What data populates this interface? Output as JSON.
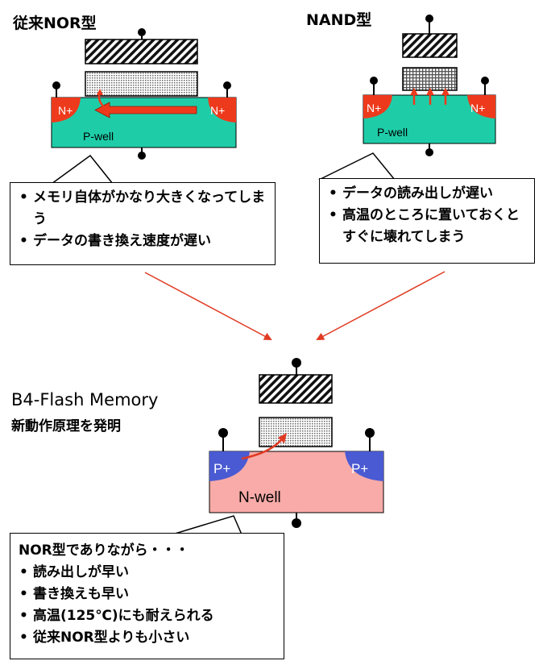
{
  "nor": {
    "title": "従来NOR型",
    "n_left": "N+",
    "n_right": "N+",
    "well": "P-well",
    "bullets": [
      "メモリ自体がかなり大きくなってしまう",
      "データの書き換え速度が遅い"
    ]
  },
  "nand": {
    "title": "NAND型",
    "n_left": "N+",
    "n_right": "N+",
    "well": "P-well",
    "bullets": [
      "データの読み出しが遅い",
      "高温のところに置いておくとすぐに壊れてしまう"
    ]
  },
  "b4": {
    "title": "B4-Flash Memory",
    "subtitle": "新動作原理を発明",
    "p_left": "P+",
    "p_right": "P+",
    "well": "N-well",
    "intro": "NOR型でありながら・・・",
    "bullets": [
      "読み出しが早い",
      "書き換えも早い",
      "高温(125℃)にも耐えられる",
      "従来NOR型よりも小さい"
    ]
  },
  "colors": {
    "p_well": "#1ecda8",
    "n_plus": "#ee3a1c",
    "n_well": "#f8aba8",
    "p_plus": "#4a5ad2",
    "arrow": "#e03a22"
  }
}
